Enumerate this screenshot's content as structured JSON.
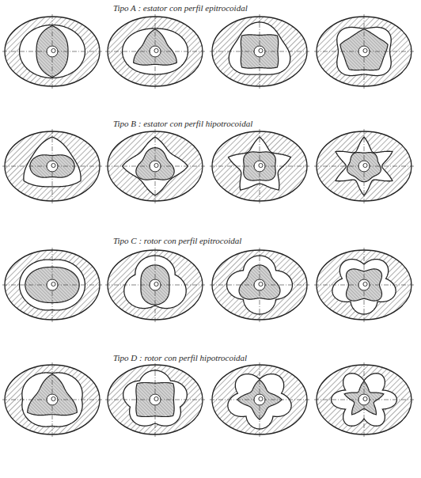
{
  "diagram": {
    "labels": [
      "Tipo A : estator con perfil epitrocoidal",
      "Tipo B : estator con perfil hipotrocoidal",
      "Tipo C : rotor con perfil epitrocoidal",
      "Tipo D : rotor con perfil hipotrocoidal"
    ]
  }
}
